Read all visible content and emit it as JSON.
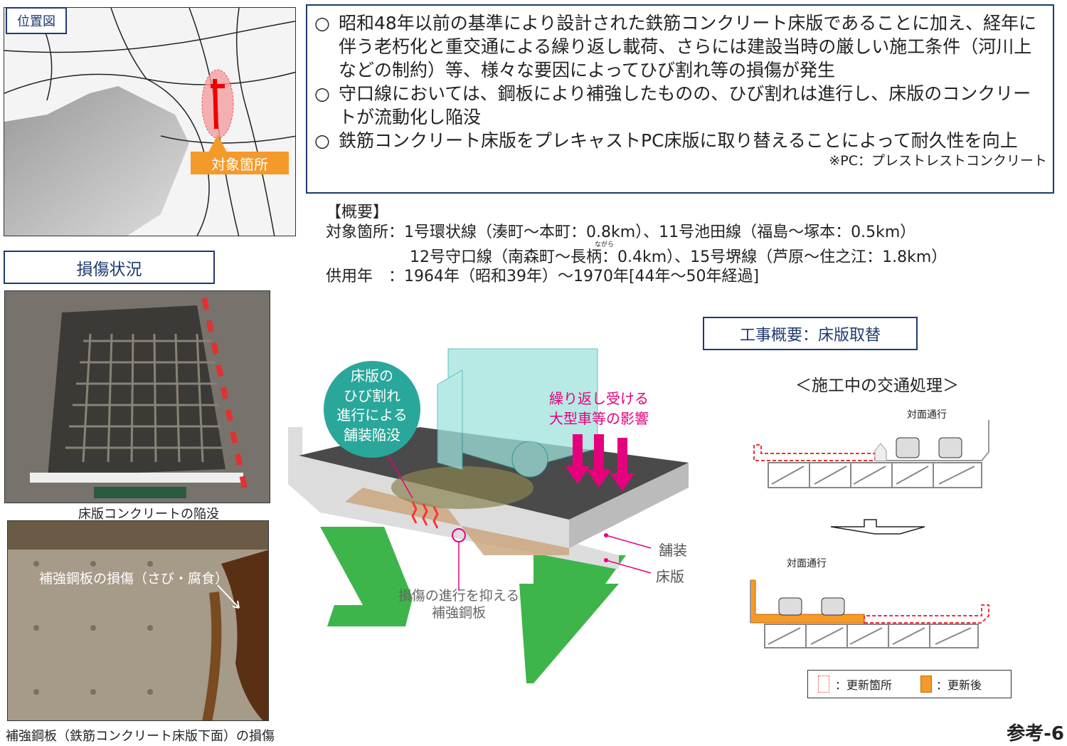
{
  "map": {
    "label": "位置図",
    "target_label": "対象箇所"
  },
  "summary": {
    "bullets": [
      "昭和48年以前の基準により設計された鉄筋コンクリート床版であることに加え、経年に伴う老朽化と重交通による繰り返し載荷、さらには建設当時の厳しい施工条件（河川上などの制約）等、様々な要因によってひび割れ等の損傷が発生",
      "守口線においては、鋼板により補強したものの、ひび割れは進行し、床版のコンクリートが流動化し陥没",
      "鉄筋コンクリート床版をプレキャストPC床版に取り替えることによって耐久性を向上"
    ],
    "bullet_mark": "○",
    "note": "※PC：プレストレストコンクリート"
  },
  "overview": {
    "heading": "【概要】",
    "line1": "対象箇所：1号環状線（湊町～本町：0.8km）、11号池田線（福島～塚本：0.5km）",
    "ruby": "ながら",
    "line2": "12号守口線（南森町～長柄：0.4km）、15号堺線（芦原～住之江：1.8km）",
    "line3": "供用年　：1964年（昭和39年）～1970年[44年～50年経過]"
  },
  "damage": {
    "title": "損傷状況",
    "photo1_caption": "床版コンクリートの陥没",
    "photo2_overlay": "補強鋼板の損傷（さび・腐食）",
    "photo2_caption": "補強鋼板（鉄筋コンクリート床版下面）の損傷"
  },
  "diagram": {
    "bubble": "床版の\nひび割れ\n進行による\n舗装陥没",
    "load": "繰り返し受ける\n大型車等の影響",
    "pavement": "舗装",
    "slab": "床版",
    "plate": "損傷の進行を抑える\n補強鋼板"
  },
  "work": {
    "title": "工事概要：床版取替",
    "subtitle": "＜施工中の交通処理＞",
    "traffic1": "対面通行",
    "traffic2": "対面通行",
    "legend_renew_area": "：更新箇所",
    "legend_renewed": "：更新後"
  },
  "page_label": "参考-6",
  "colors": {
    "navy": "#1f3a6e",
    "orange": "#f39a2b",
    "magenta": "#e6007e",
    "teal": "#2aa79b",
    "green": "#3db54a"
  }
}
